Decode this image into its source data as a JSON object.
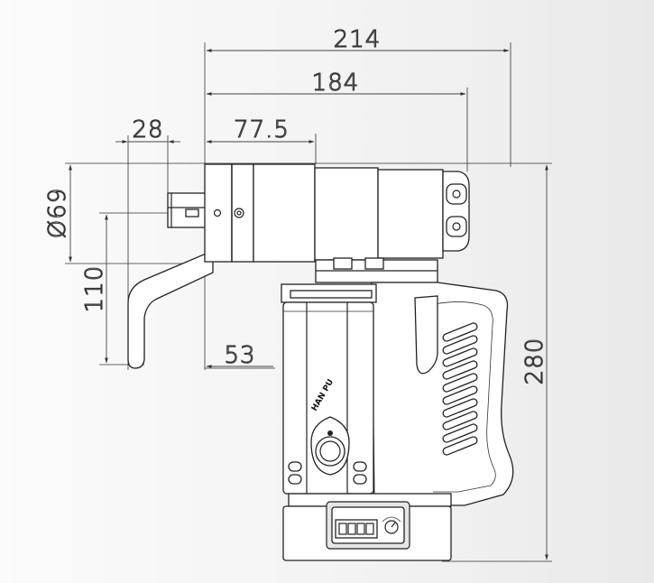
{
  "dimensions": {
    "overall_length": "214",
    "head_to_handle": "184",
    "head_length": "77.5",
    "square_drive": "28",
    "diameter": "Ø69",
    "reaction_arm_height": "110",
    "arm_offset": "53",
    "overall_height": "280"
  },
  "brand": {
    "label": "HAN PU"
  },
  "colors": {
    "line": "#222222",
    "background": "#f2f2f2",
    "body": "#ffffff"
  },
  "icons": {
    "display": "digital-display-icon",
    "dial": "dial-icon",
    "switch": "trigger-switch-icon"
  }
}
